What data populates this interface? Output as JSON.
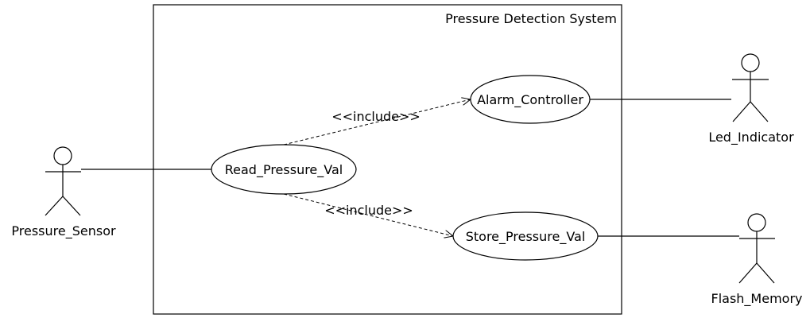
{
  "system": {
    "title": "Pressure Detection System"
  },
  "actors": {
    "pressure_sensor": "Pressure_Sensor",
    "led_indicator": "Led_Indicator",
    "flash_memory": "Flash_Memory"
  },
  "use_cases": {
    "read": "Read_Pressure_Val",
    "alarm": "Alarm_Controller",
    "store": "Store_Pressure_Val"
  },
  "relations": {
    "include_1": "<<include>>",
    "include_2": "<<include>>"
  }
}
